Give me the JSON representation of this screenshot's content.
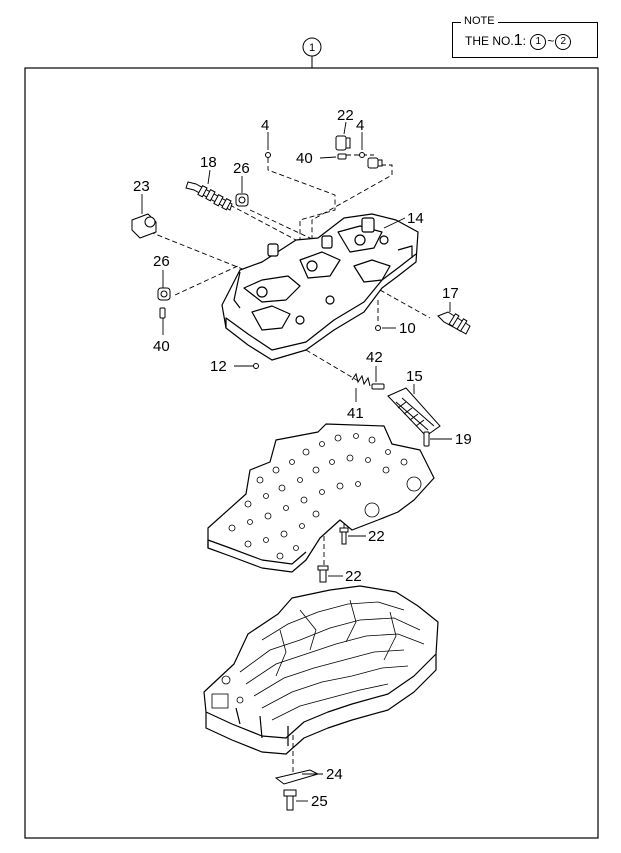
{
  "note": {
    "title": "NOTE",
    "prefix": "THE NO.",
    "number": "1",
    "colon": ":",
    "range_start": "1",
    "tilde": "~",
    "range_end": "2"
  },
  "assembly_callout": "1",
  "part_labels": [
    {
      "id": "p4a",
      "text": "4"
    },
    {
      "id": "p22a",
      "text": "22"
    },
    {
      "id": "p4b",
      "text": "4"
    },
    {
      "id": "p40a",
      "text": "40"
    },
    {
      "id": "p18",
      "text": "18"
    },
    {
      "id": "p26a",
      "text": "26"
    },
    {
      "id": "p23",
      "text": "23"
    },
    {
      "id": "p14",
      "text": "14"
    },
    {
      "id": "p26b",
      "text": "26"
    },
    {
      "id": "p17",
      "text": "17"
    },
    {
      "id": "p10",
      "text": "10"
    },
    {
      "id": "p40b",
      "text": "40"
    },
    {
      "id": "p12",
      "text": "12"
    },
    {
      "id": "p42",
      "text": "42"
    },
    {
      "id": "p15",
      "text": "15"
    },
    {
      "id": "p41",
      "text": "41"
    },
    {
      "id": "p19",
      "text": "19"
    },
    {
      "id": "p22b",
      "text": "22"
    },
    {
      "id": "p22c",
      "text": "22"
    },
    {
      "id": "p24",
      "text": "24"
    },
    {
      "id": "p25",
      "text": "25"
    }
  ]
}
